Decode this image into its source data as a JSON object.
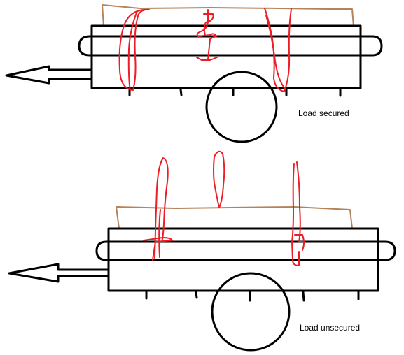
{
  "colors": {
    "outline": "#000000",
    "load": "#b5835a",
    "strap": "#ee1c24",
    "background": "#ffffff"
  },
  "figures": [
    {
      "id": "secured",
      "caption": "Load secured"
    },
    {
      "id": "unsecured",
      "caption": "Load unsecured"
    }
  ]
}
